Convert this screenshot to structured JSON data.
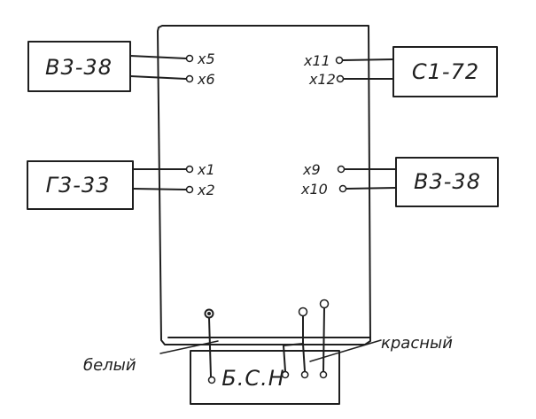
{
  "devices": {
    "left_top": "В3-38",
    "left_bottom": "Г3-33",
    "right_top": "С1-72",
    "right_bottom": "В3-38",
    "bottom": "Б.С.Н"
  },
  "terminals": {
    "x5": "x5",
    "x6": "x6",
    "x1": "x1",
    "x2": "x2",
    "x11": "x11",
    "x12": "x12",
    "x9": "x9",
    "x10": "x10"
  },
  "wire_labels": {
    "white": "белый",
    "red": "красный"
  }
}
